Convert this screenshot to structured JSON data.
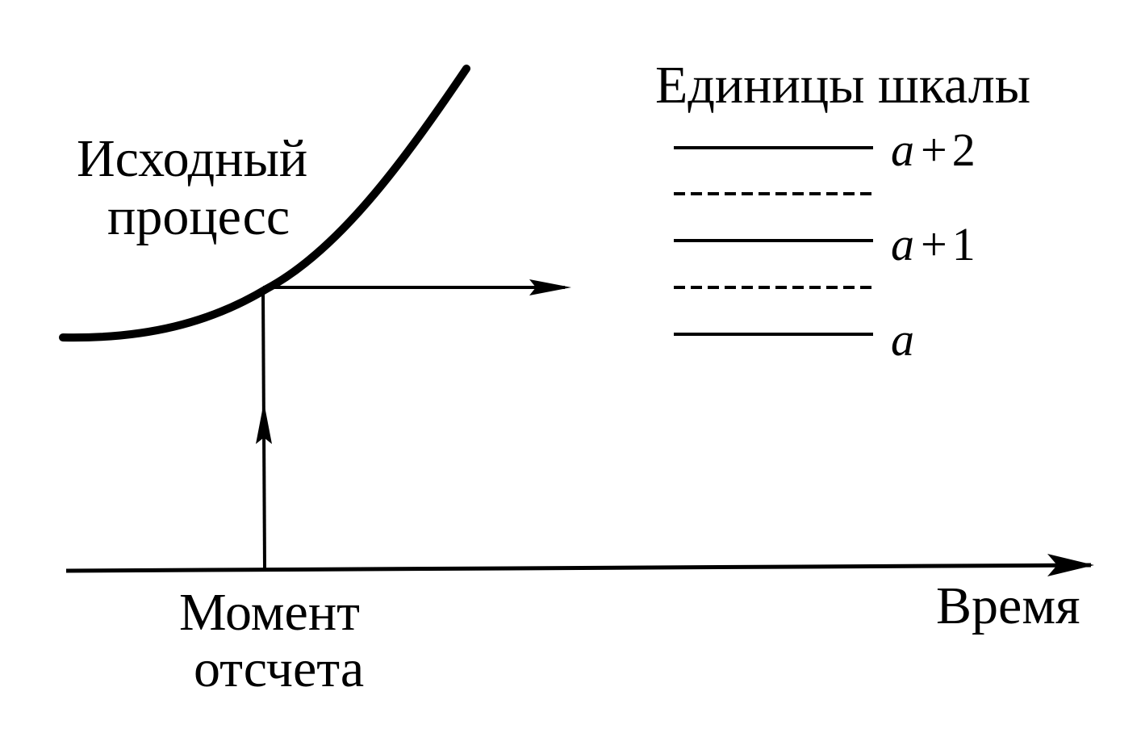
{
  "labels": {
    "process": [
      "Исходный",
      "процесс"
    ],
    "moment": [
      "Момент",
      "отсчета"
    ],
    "time": "Время",
    "scale_title": "Единицы шкалы"
  },
  "scale_levels": [
    {
      "var": "a",
      "op": "+",
      "num": "2"
    },
    {
      "var": "a",
      "op": "+",
      "num": "1"
    },
    {
      "var": "a",
      "op": "",
      "num": ""
    }
  ],
  "colors": {
    "ink": "#000000",
    "background": "#ffffff"
  }
}
